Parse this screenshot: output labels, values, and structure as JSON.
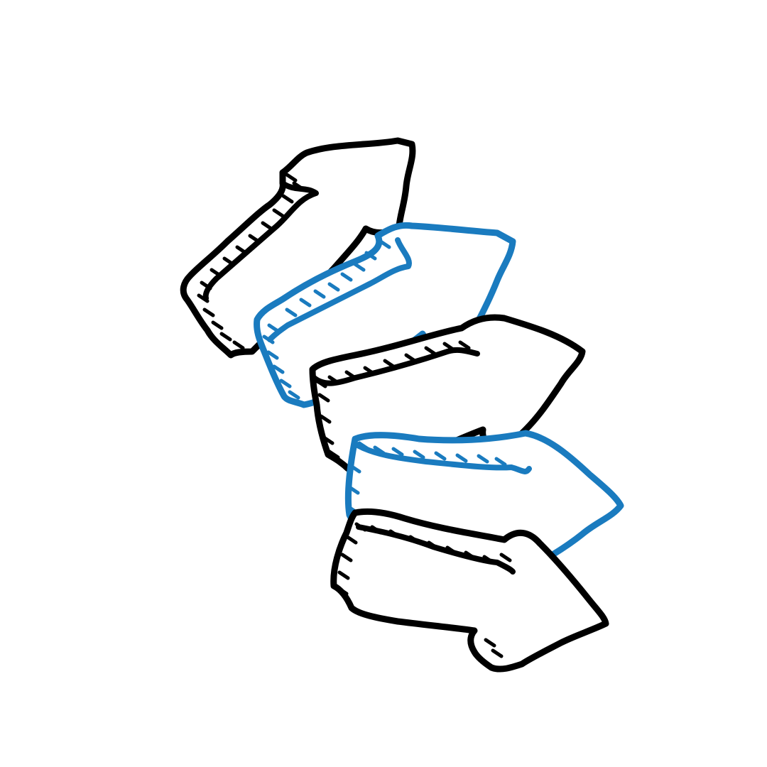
{
  "colors": {
    "background": "#ffffff",
    "ink_black": "#000000",
    "ink_blue": "#1a7bbf"
  },
  "illustration": {
    "subject": "stacked-3d-arrows",
    "arrows": [
      {
        "id": "arrow-1",
        "direction": "up-right",
        "color": "#000000"
      },
      {
        "id": "arrow-2",
        "direction": "up-right",
        "color": "#1a7bbf"
      },
      {
        "id": "arrow-3",
        "direction": "right",
        "color": "#000000"
      },
      {
        "id": "arrow-4",
        "direction": "right",
        "color": "#1a7bbf"
      },
      {
        "id": "arrow-5",
        "direction": "down-right",
        "color": "#000000"
      }
    ]
  }
}
